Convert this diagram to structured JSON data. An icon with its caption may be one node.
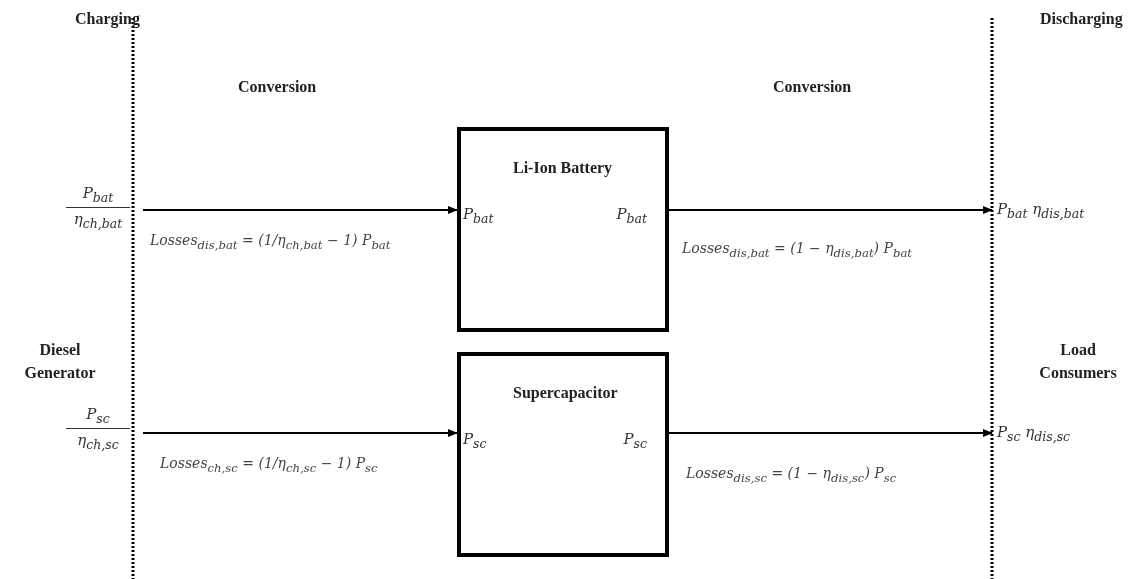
{
  "diagram": {
    "nodes": [
      {
        "text": [
          "P$_{bat}$",
          "η$_{ch,bat}$"
        ]
      },
      {
        "text": [
          "Li-Ion Battery",
          "P$_{bat}$",
          "P$_{bat}$"
        ]
      },
      {
        "text": [
          "P$_{bat}$ η$_{dis,bat}$"
        ]
      },
      {
        "text": [
          "P$_{sc}$",
          "η$_{ch,sc}$"
        ]
      },
      {
        "text": [
          "Supercapacitor",
          "P$_{sc}$",
          "P$_{sc}$"
        ]
      },
      {
        "text": [
          "P$_{sc}$ η$_{dis,sc}$"
        ]
      }
    ],
    "edges": [
      {
        "from": 0,
        "to": 1,
        "arrow": "to",
        "label": "Losses$_{dis,bat}$ = (1/η$_{ch,bat}$ − 1) P$_{bat}$"
      },
      {
        "from": 1,
        "to": 2,
        "arrow": "to",
        "label": "Losses$_{dis,bat}$ = (1 − η$_{dis,bat}$) P$_{bat}$"
      },
      {
        "from": 3,
        "to": 4,
        "arrow": "to",
        "label": "Losses$_{ch,sc}$ = (1/η$_{ch,sc}$ − 1) P$_{sc}$"
      },
      {
        "from": 4,
        "to": 5,
        "arrow": "to",
        "label": "Losses$_{dis,sc}$ = (1 − η$_{dis,sc}$) P$_{sc}$"
      }
    ],
    "labels": [
      "Charging",
      "Discharging",
      "Conversion",
      "Conversion",
      "Diesel Generator",
      "Load Consumers"
    ]
  }
}
